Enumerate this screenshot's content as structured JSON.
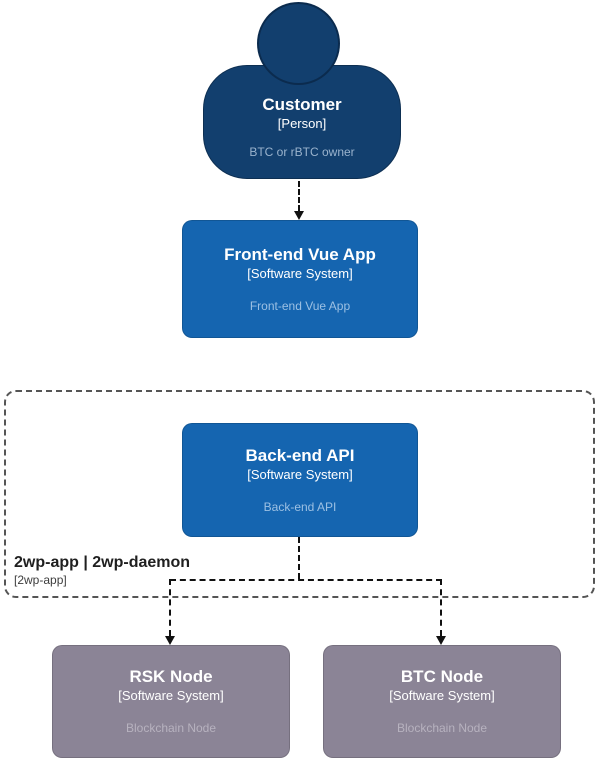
{
  "theme": {
    "canvas-bg": "#FFFFFF",
    "person-fill": "#123F6E",
    "system-fill": "#1565B0",
    "external-fill": "#8B8496",
    "node-text": "#FFFFFF",
    "person-desc": "#9AB3CD",
    "system-desc": "#9CC0E3",
    "external-desc": "#B7B2BF",
    "boundary-line": "#555555",
    "boundary-text": "#1F1F1F",
    "arrow-line": "#111111"
  },
  "boundary": {
    "title": "2wp-app | 2wp-daemon",
    "meta": "[2wp-app]"
  },
  "nodes": {
    "customer": {
      "title": "Customer",
      "meta": "[Person]",
      "description": "BTC or rBTC owner"
    },
    "frontend": {
      "title": "Front-end Vue App",
      "meta": "[Software System]",
      "description": "Front-end Vue App"
    },
    "backend": {
      "title": "Back-end API",
      "meta": "[Software System]",
      "description": "Back-end API"
    },
    "rsk": {
      "title": "RSK Node",
      "meta": "[Software System]",
      "description": "Blockchain Node"
    },
    "btc": {
      "title": "BTC Node",
      "meta": "[Software System]",
      "description": "Blockchain Node"
    }
  },
  "edges": [
    {
      "from": "Customer",
      "to": "Front-end Vue App",
      "style": "dashed-arrow"
    },
    {
      "from": "Back-end API",
      "to": "RSK Node",
      "style": "dashed-arrow"
    },
    {
      "from": "Back-end API",
      "to": "BTC Node",
      "style": "dashed-arrow"
    }
  ]
}
